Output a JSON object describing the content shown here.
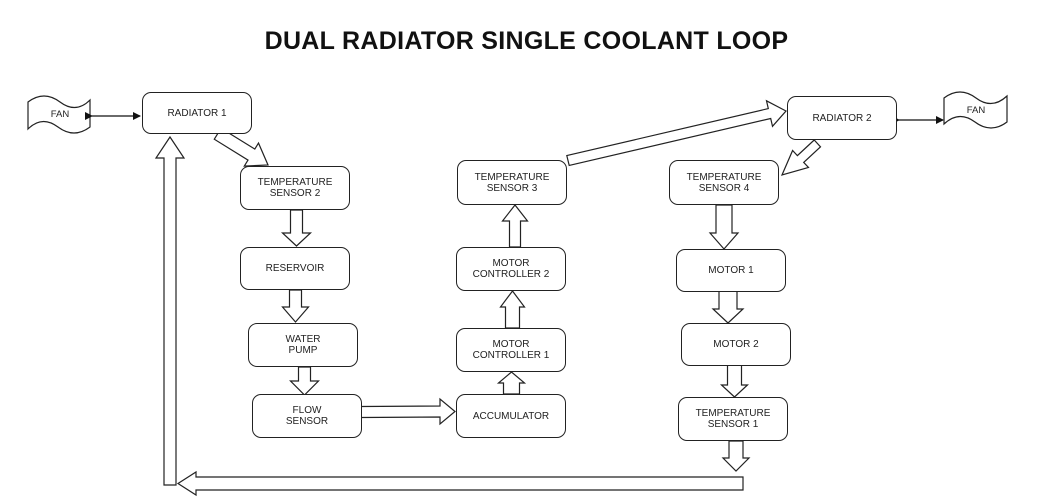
{
  "title": "DUAL RADIATOR SINGLE COOLANT LOOP",
  "fans": {
    "left": "FAN",
    "right": "FAN"
  },
  "components": {
    "radiator_1": "RADIATOR 1",
    "radiator_2": "RADIATOR 2",
    "temperature_sensor_2": "TEMPERATURE\nSENSOR 2",
    "reservoir": "RESERVOIR",
    "water_pump": "WATER\nPUMP",
    "flow_sensor": "FLOW\nSENSOR",
    "accumulator": "ACCUMULATOR",
    "motor_controller_1": "MOTOR\nCONTROLLER 1",
    "motor_controller_2": "MOTOR\nCONTROLLER 2",
    "temperature_sensor_3": "TEMPERATURE\nSENSOR 3",
    "temperature_sensor_4": "TEMPERATURE\nSENSOR 4",
    "motor_1": "MOTOR 1",
    "motor_2": "MOTOR 2",
    "temperature_sensor_1": "TEMPERATURE\nSENSOR 1"
  }
}
